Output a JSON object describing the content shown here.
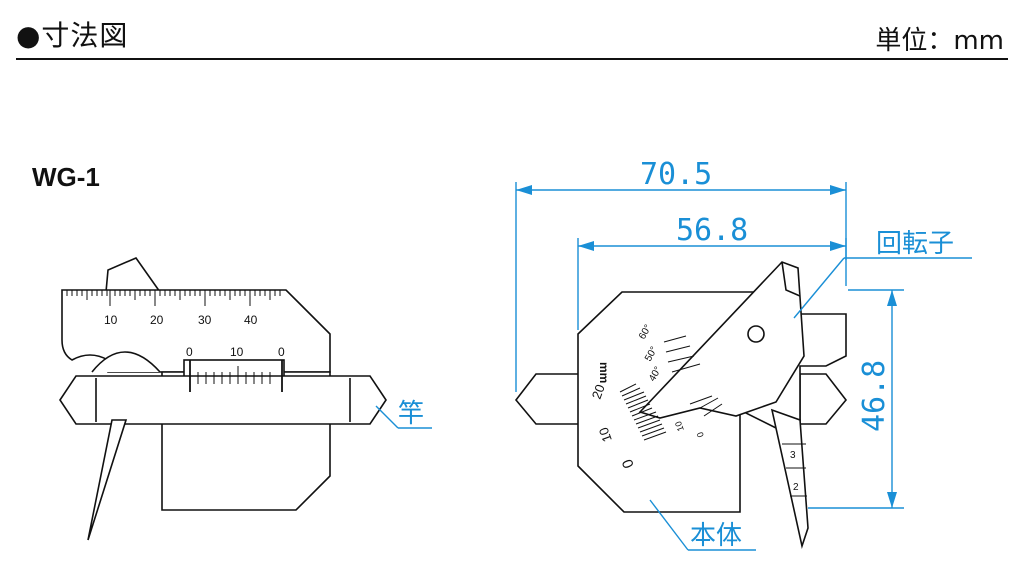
{
  "header": {
    "title": "●寸法図",
    "unit": "単位：mm"
  },
  "model": "WG-1",
  "dimensions": {
    "overall_width": "70.5",
    "body_width": "56.8",
    "height": "46.8"
  },
  "callouts": {
    "rod": "竿",
    "rotor": "回転子",
    "body": "本体"
  },
  "scales": {
    "upper_ticks": [
      "10",
      "20",
      "30",
      "40"
    ],
    "vernier_ticks": [
      "0",
      "10",
      "0"
    ],
    "angle_ticks": [
      "60°",
      "50°",
      "40°"
    ],
    "mm_label": "mm",
    "mm_ticks": [
      "20",
      "10",
      "0"
    ],
    "small_ticks": [
      "10",
      "0"
    ],
    "step_ticks": [
      "3",
      "2"
    ]
  },
  "colors": {
    "dimension": "#1a8fd6",
    "line": "#111111"
  }
}
